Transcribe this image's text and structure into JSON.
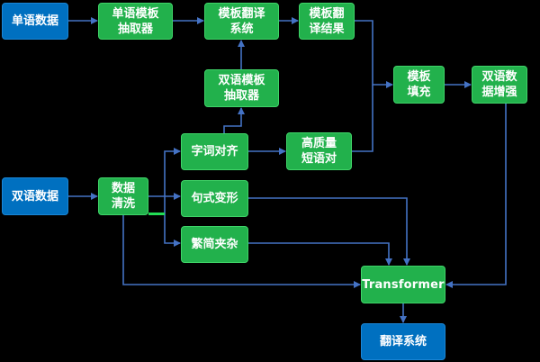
{
  "nodes": {
    "mono_data": {
      "lines": [
        "单语数据"
      ]
    },
    "mono_extract": {
      "lines": [
        "单语模板",
        "抽取器"
      ]
    },
    "tpl_system": {
      "lines": [
        "模板翻译",
        "系统"
      ]
    },
    "tpl_result": {
      "lines": [
        "模板翻",
        "译结果"
      ]
    },
    "bi_extract": {
      "lines": [
        "双语模板",
        "抽取器"
      ]
    },
    "fill": {
      "lines": [
        "模板",
        "填充"
      ]
    },
    "augment": {
      "lines": [
        "双语数",
        "据增强"
      ]
    },
    "align": {
      "lines": [
        "字词对齐"
      ]
    },
    "phrase": {
      "lines": [
        "高质量",
        "短语对"
      ]
    },
    "bi_data": {
      "lines": [
        "双语数据"
      ]
    },
    "clean": {
      "lines": [
        "数据",
        "清洗"
      ]
    },
    "syntax": {
      "lines": [
        "句式变形"
      ]
    },
    "trad": {
      "lines": [
        "繁简夹杂"
      ]
    },
    "transformer": {
      "lines": [
        "Transformer"
      ]
    },
    "translate": {
      "lines": [
        "翻译系统"
      ]
    }
  },
  "colors": {
    "green_box": "#22b14c",
    "blue_box": "#0070c0",
    "arrow": "#4472c4",
    "highlight": "#22dd55",
    "background": "#000000"
  }
}
